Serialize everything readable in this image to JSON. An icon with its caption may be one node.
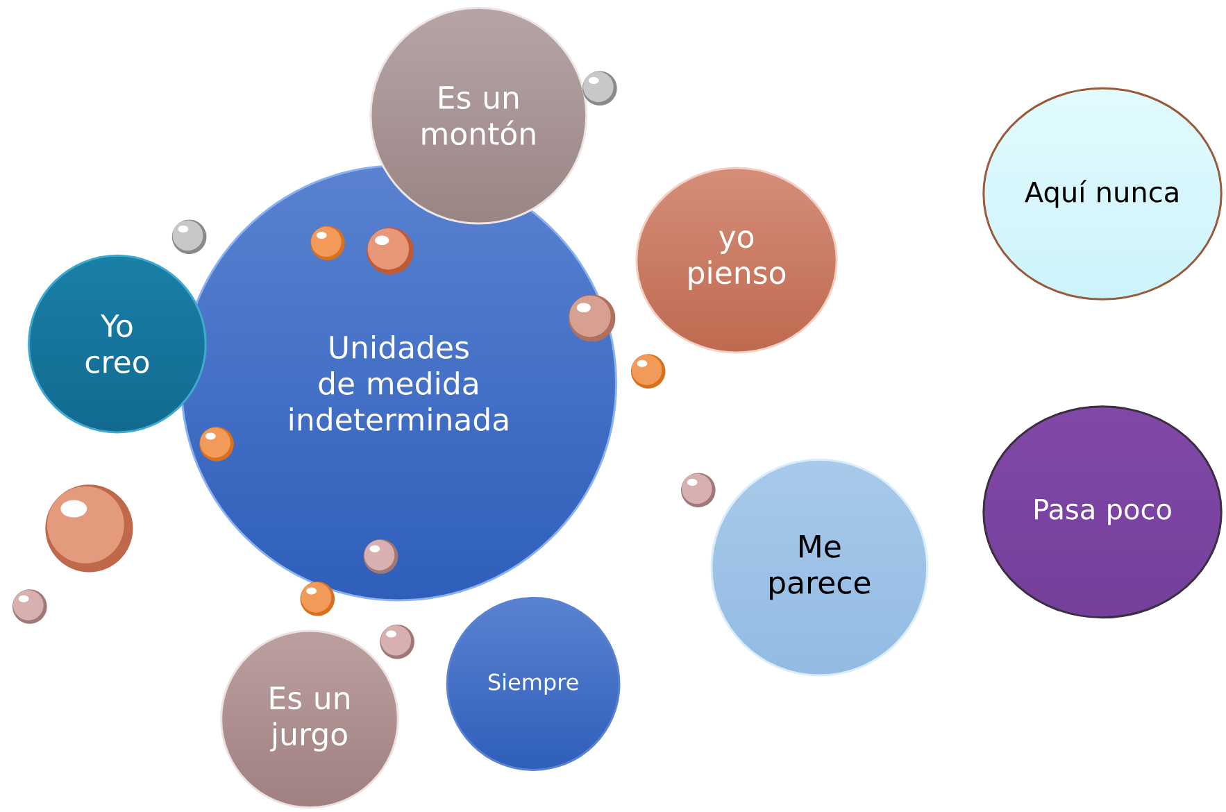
{
  "diagram": {
    "nodes": [
      {
        "text": [
          "Es un montón"
        ]
      },
      {
        "text": [
          "Aquí nunca"
        ]
      },
      {
        "text": [
          "yo pienso"
        ]
      },
      {
        "text": [
          "Yo creo"
        ]
      },
      {
        "text": [
          "Unidades de medida indeterminada"
        ]
      },
      {
        "text": [
          "Me parece"
        ]
      },
      {
        "text": [
          "Pasa poco"
        ]
      },
      {
        "text": [
          "Es un jurgo"
        ]
      },
      {
        "text": [
          "Siempre"
        ]
      }
    ]
  }
}
